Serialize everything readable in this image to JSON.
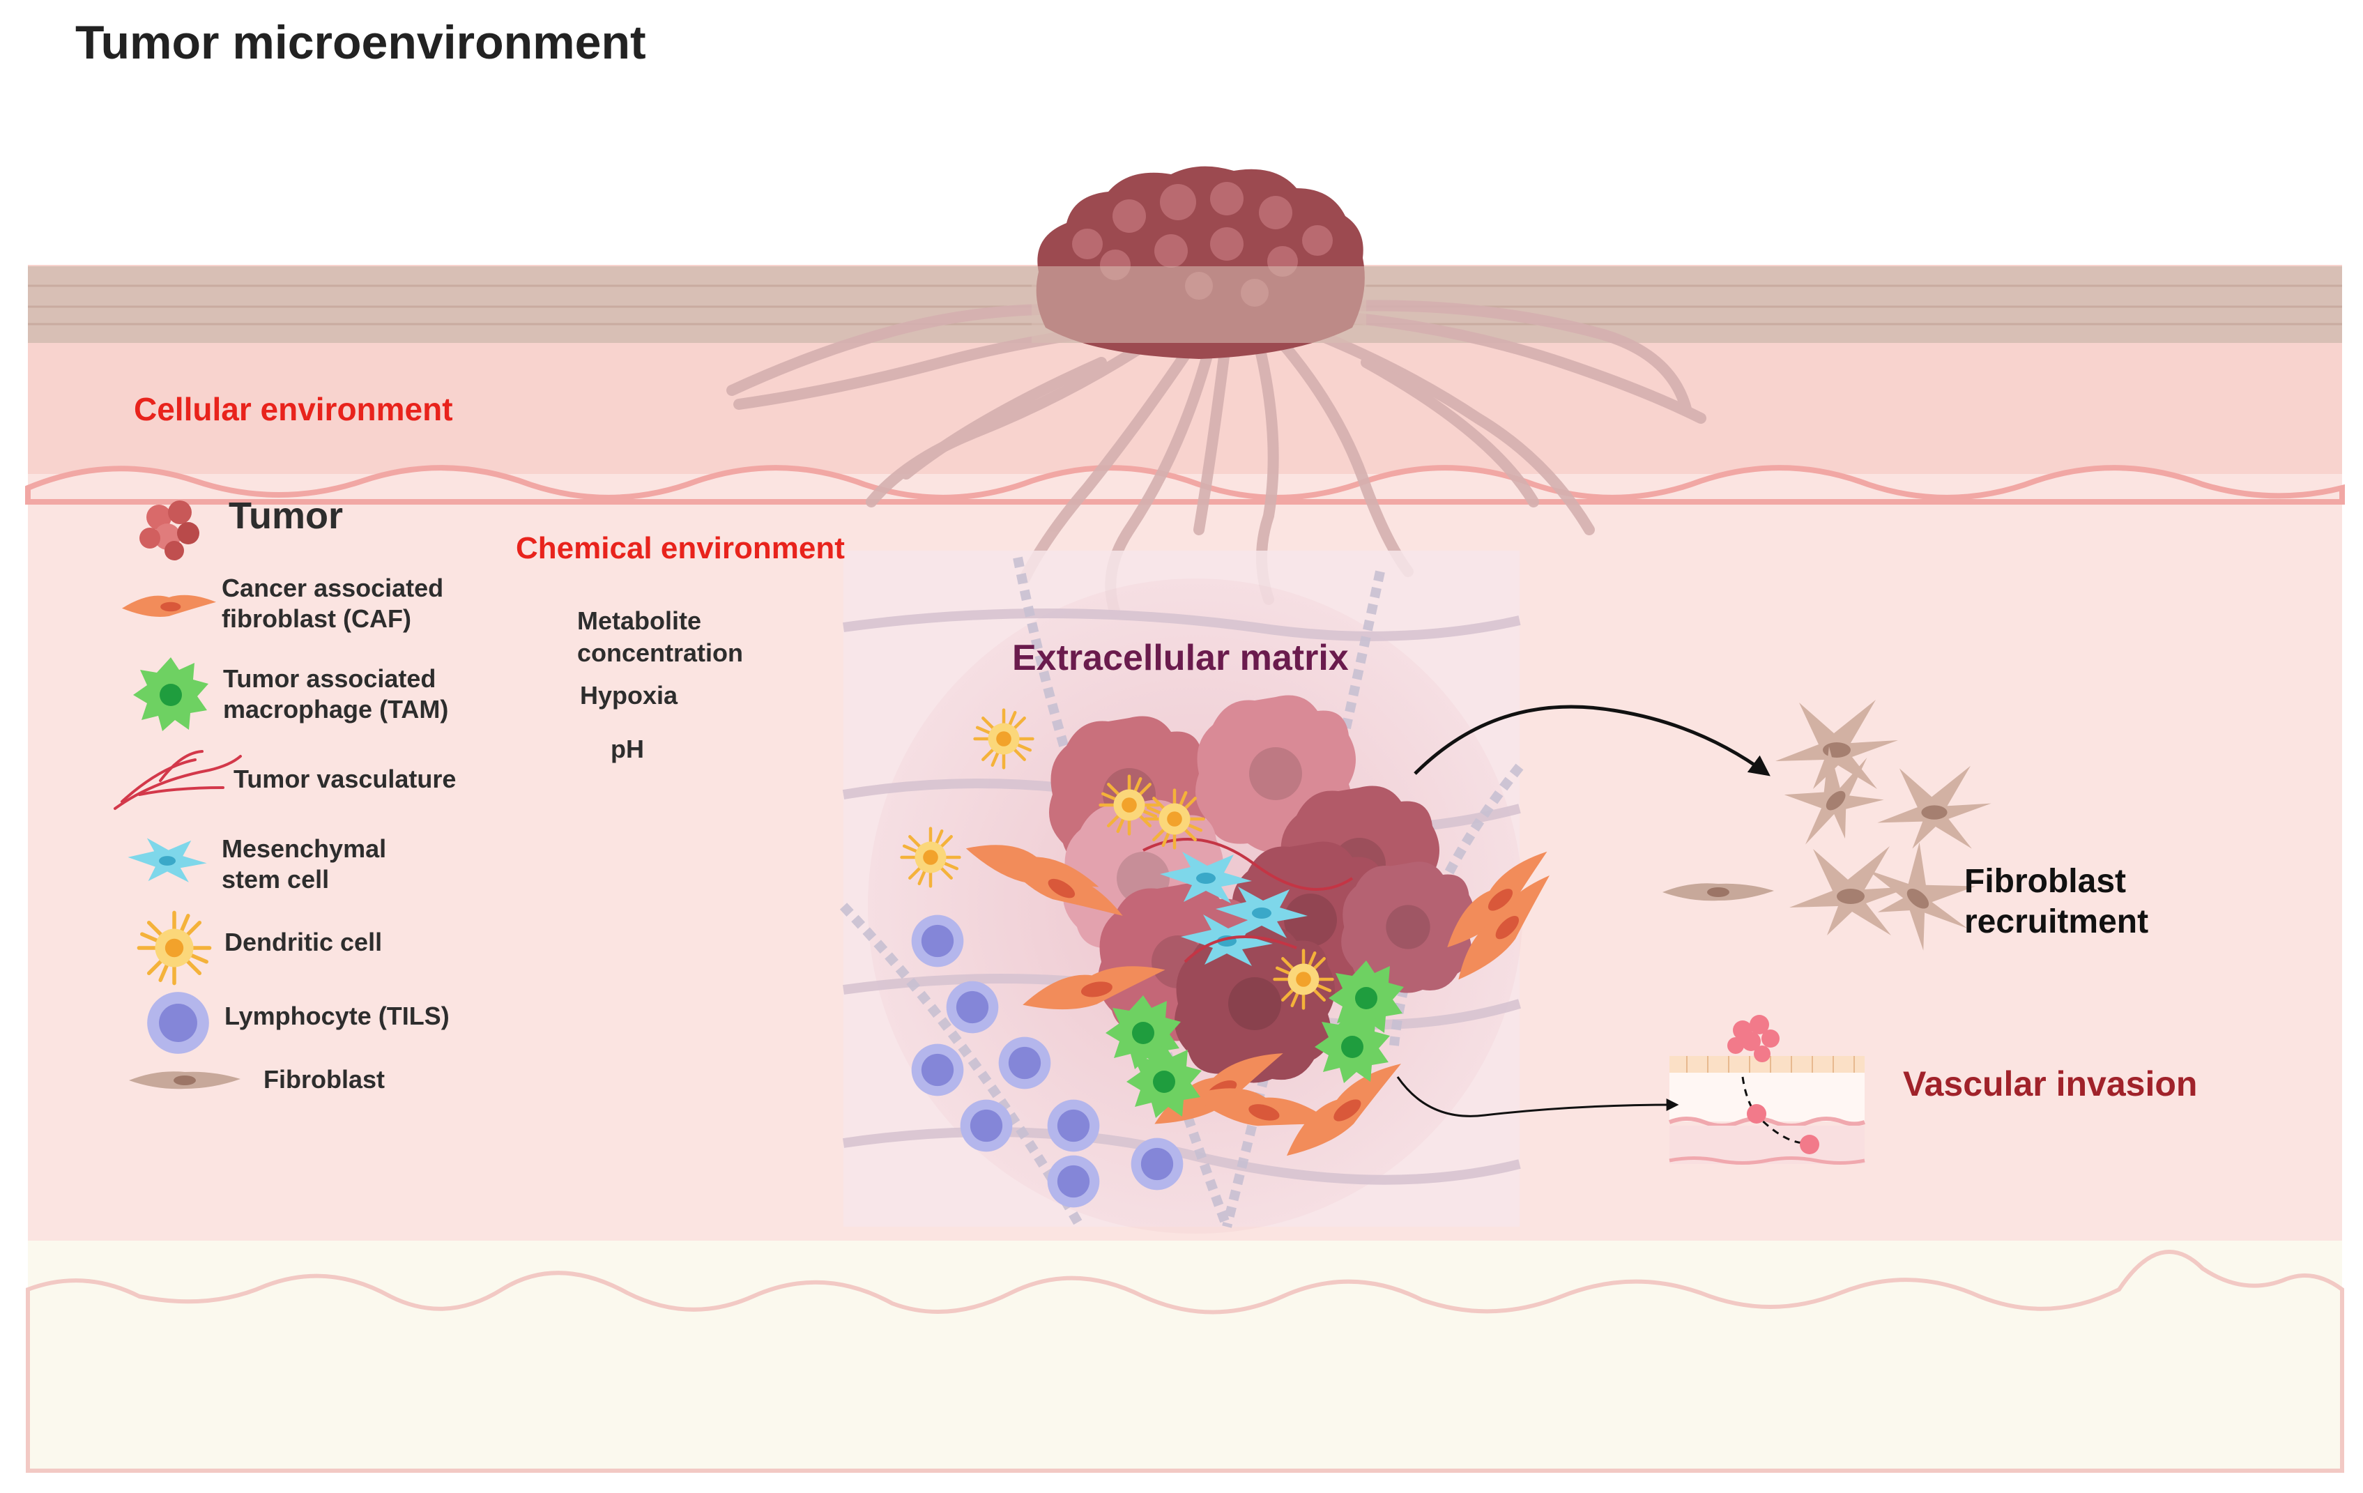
{
  "title": "Tumor microenvironment",
  "colors": {
    "section_red": "#e8231c",
    "ecm_purple": "#6a1b4d",
    "vascular_red": "#a0222a",
    "skin_top": "#d8bfb5",
    "dermis_pink": "#f8d3ce",
    "tissue_pink": "#fbe4e1",
    "subcutis_cream": "#fbf9ee",
    "tumor_maroon": "#9c4a50"
  },
  "cellular_environment": {
    "label": "Cellular environment",
    "legend": [
      {
        "icon": "tumor-icon",
        "label": "Tumor"
      },
      {
        "icon": "caf-icon",
        "label": "Cancer associated\nfibroblast (CAF)"
      },
      {
        "icon": "tam-icon",
        "label": "Tumor associated\nmacrophage (TAM)"
      },
      {
        "icon": "vasculature-icon",
        "label": "Tumor vasculature"
      },
      {
        "icon": "msc-icon",
        "label": "Mesenchymal\nstem cell"
      },
      {
        "icon": "dendritic-cell-icon",
        "label": "Dendritic cell"
      },
      {
        "icon": "lymphocyte-icon",
        "label": "Lymphocyte (TILS)"
      },
      {
        "icon": "fibroblast-icon",
        "label": "Fibroblast"
      }
    ]
  },
  "chemical_environment": {
    "label": "Chemical environment",
    "items": [
      "Metabolite\nconcentration",
      "Hypoxia",
      "pH"
    ]
  },
  "extracellular_matrix": {
    "label": "Extracellular matrix"
  },
  "fibroblast_recruitment": {
    "label": "Fibroblast\nrecruitment"
  },
  "vascular_invasion": {
    "label": "Vascular invasion"
  }
}
